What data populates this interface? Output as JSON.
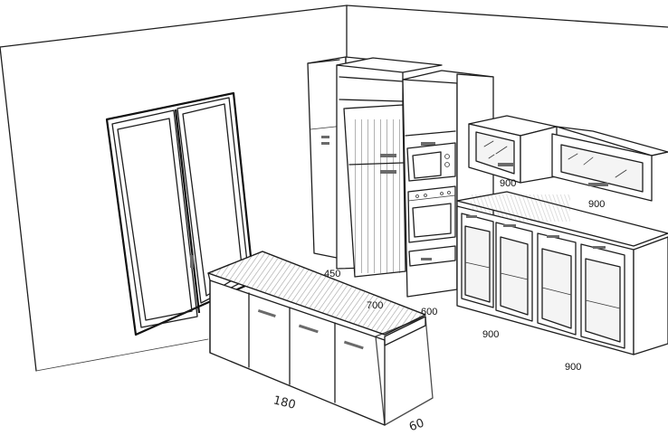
{
  "dimensions": {
    "upper_left_width": "900",
    "upper_right_width": "900",
    "base_left_width": "900",
    "base_right_width": "900",
    "peninsula_depth_top": "450",
    "peninsula_depth_mid": "700",
    "peninsula_depth_end": "600",
    "island_length": "180",
    "island_depth": "60"
  },
  "colors": {
    "line": "#1e1e1e",
    "shade": "#6a6a6a",
    "background": "#ffffff"
  }
}
